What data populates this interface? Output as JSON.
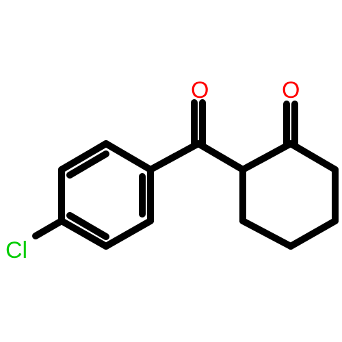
{
  "molecule": {
    "atom_labels": {
      "chlorine": "Cl",
      "ketone_oxygen": "O",
      "ring_oxygen": "O"
    },
    "colors": {
      "bond": "#000000",
      "chlorine": "#00cc00",
      "oxygen": "#ff0000",
      "background": "#ffffff"
    }
  }
}
